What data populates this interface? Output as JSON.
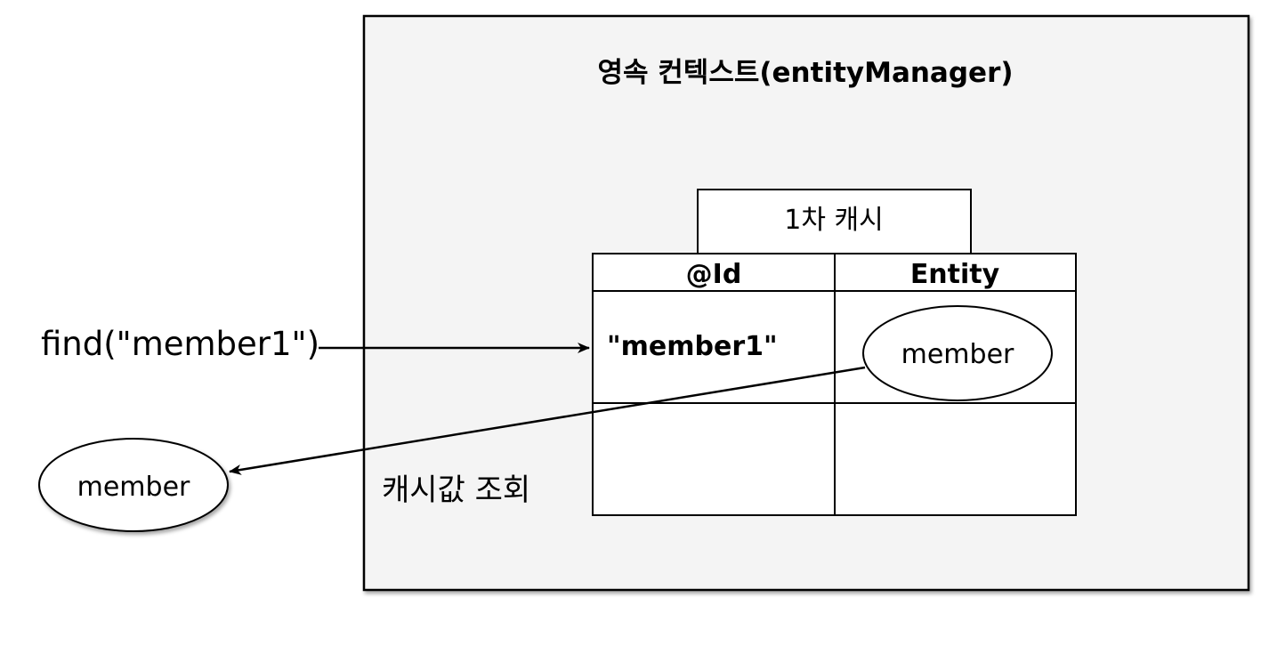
{
  "context": {
    "title": "영속 컨텍스트(entityManager)"
  },
  "cache": {
    "label": "1차 캐시",
    "columns": [
      "@Id",
      "Entity"
    ],
    "row": {
      "id": "\"member1\"",
      "entity": "member"
    }
  },
  "call": {
    "text": "find(\"member1\")"
  },
  "result": {
    "entity": "member",
    "label": "캐시값 조회"
  },
  "colors": {
    "context_bg": "#f4f4f4",
    "stroke": "#000000"
  }
}
